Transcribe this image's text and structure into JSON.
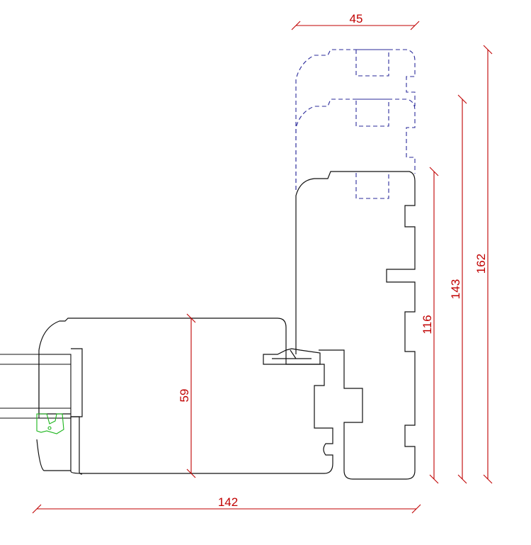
{
  "dimensions": {
    "top_width": "45",
    "bottom_width": "142",
    "sash_height": "59",
    "frame_height_1": "116",
    "frame_height_2": "143",
    "frame_height_3": "162"
  },
  "colors": {
    "dimension": "#c00000",
    "outline": "#111111",
    "ghost": "#2a2a9a",
    "gasket": "#19b519"
  }
}
